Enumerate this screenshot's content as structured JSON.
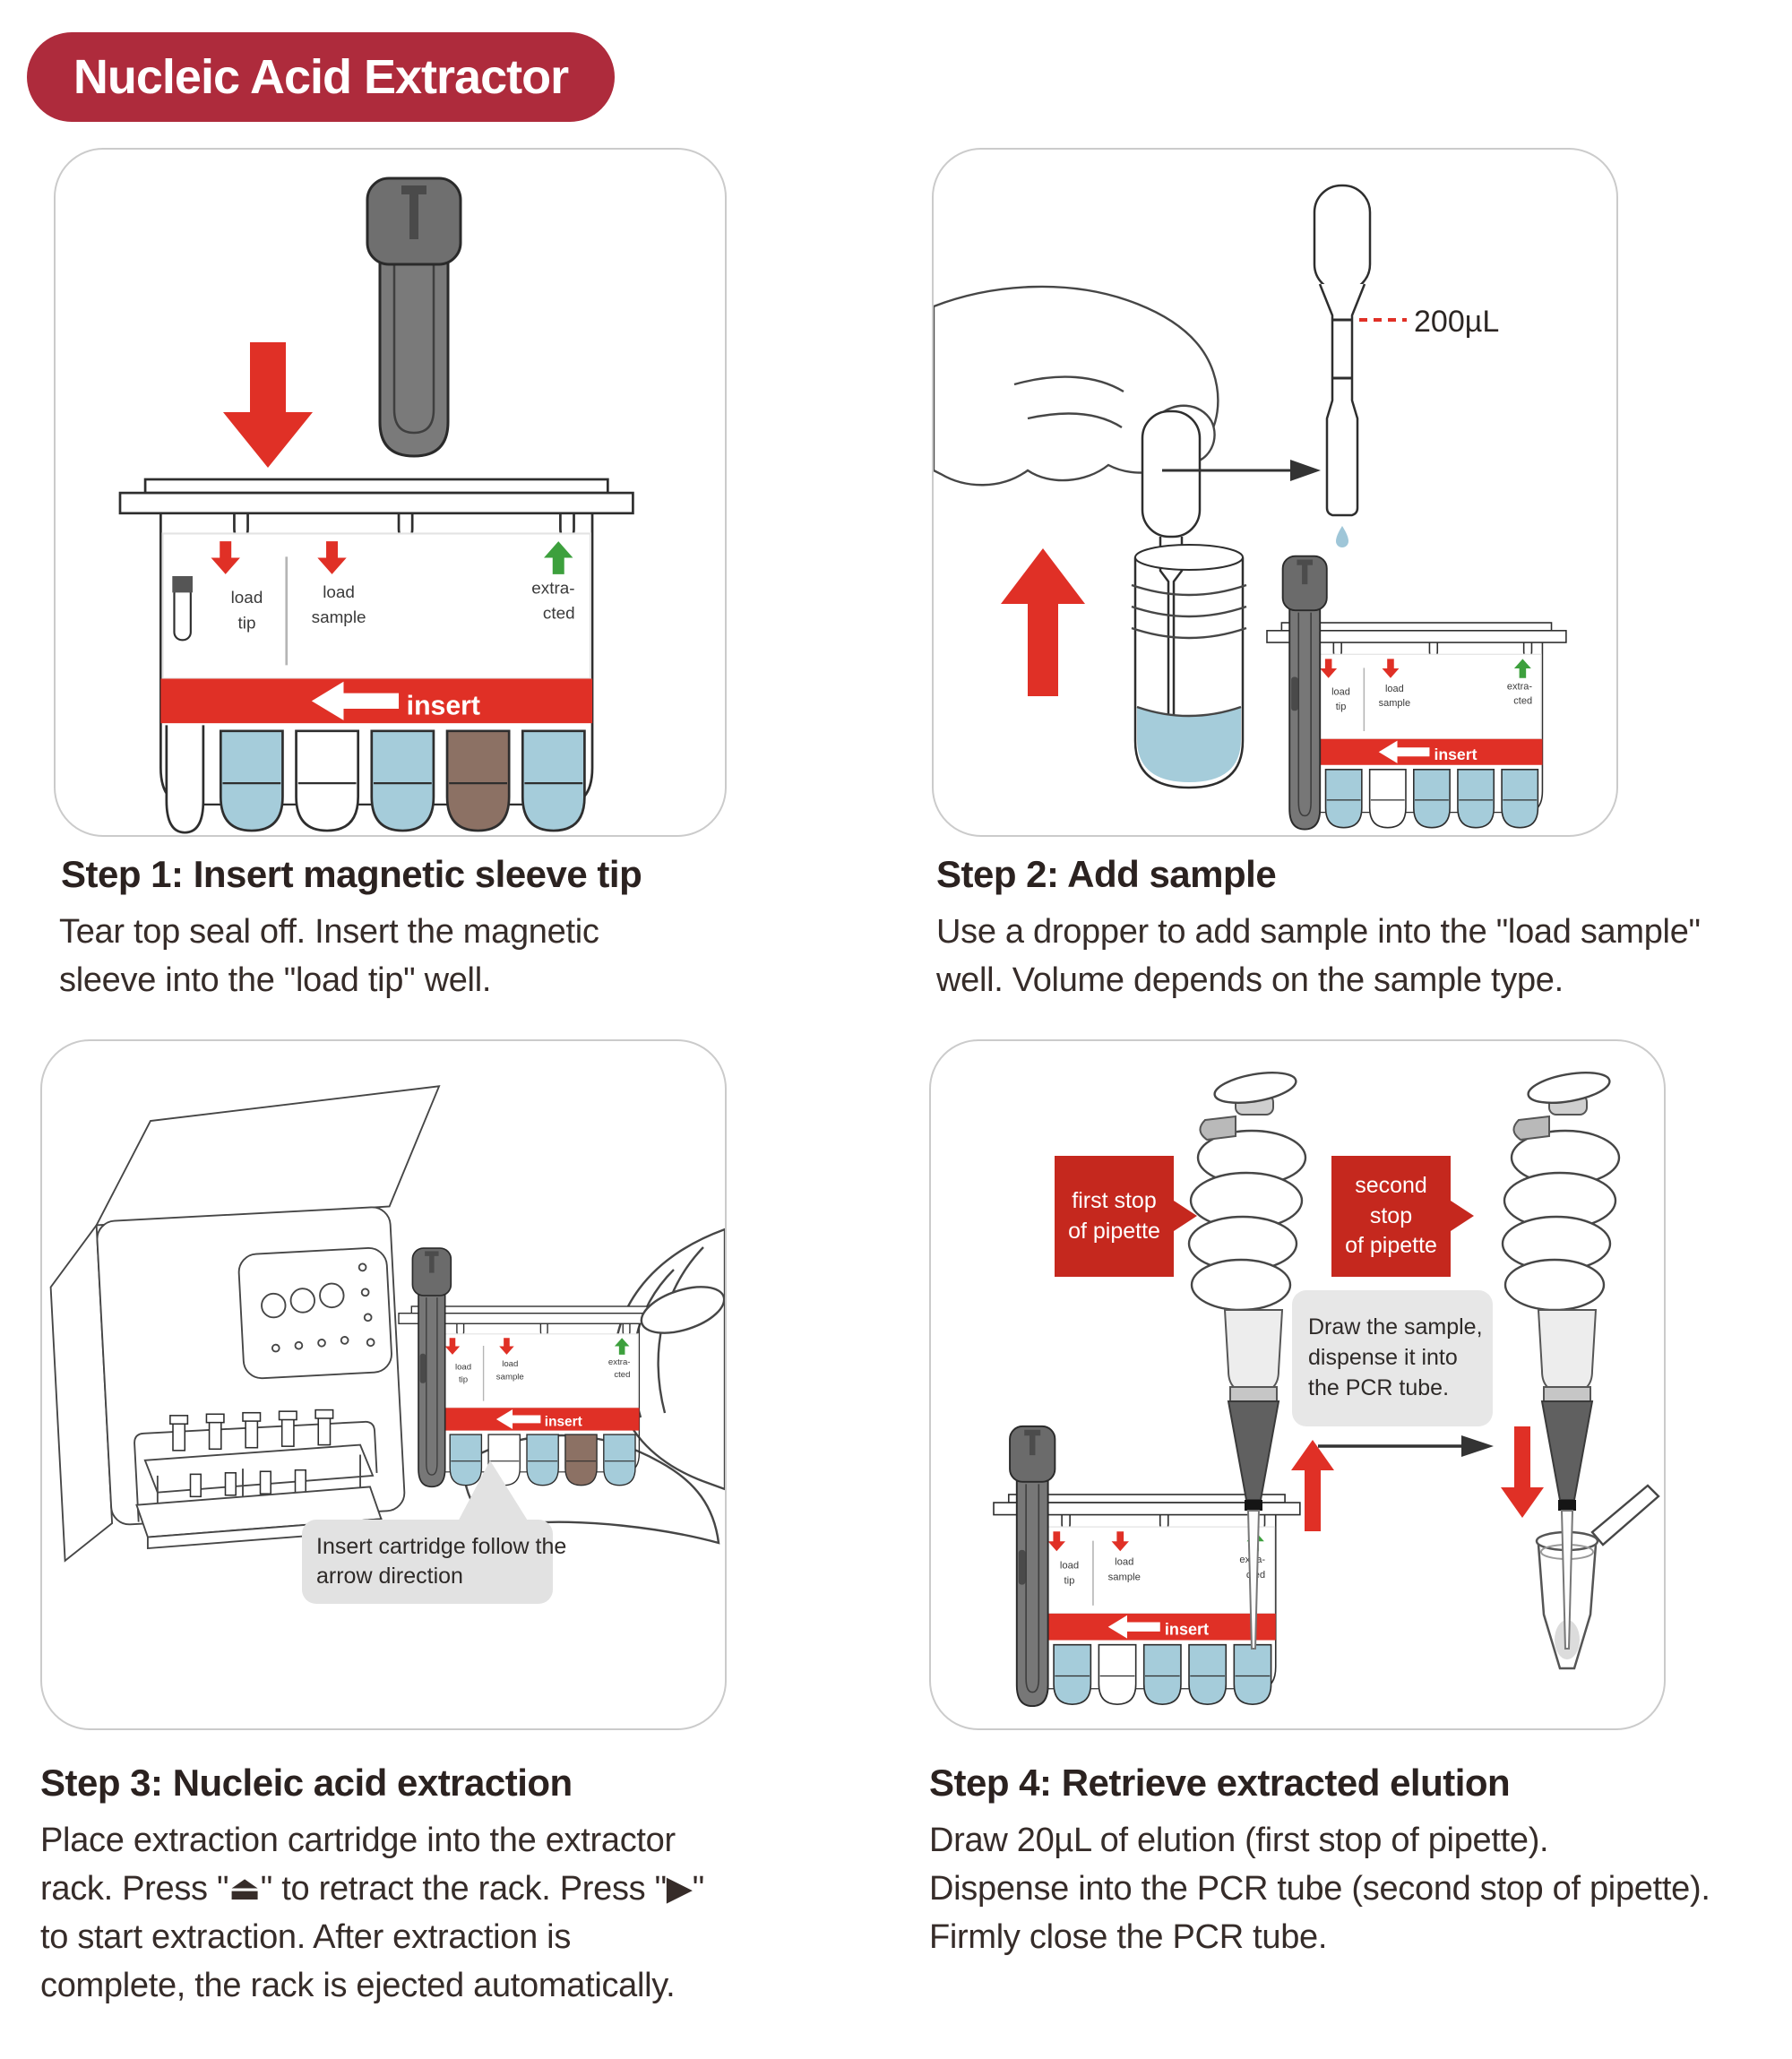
{
  "title": "Nucleic Acid Extractor",
  "cartridge": {
    "load_l1": "load",
    "load_l2": "tip",
    "sample_l1": "load",
    "sample_l2": "sample",
    "extracted_l1": "extra-",
    "extracted_l2": "cted",
    "insert_label": "insert"
  },
  "panel2": {
    "volume_label": "200µL"
  },
  "panel3": {
    "bubble_text": "Insert cartridge follow the\narrow direction"
  },
  "panel4": {
    "first_stop_label": "first stop\nof pipette",
    "second_stop_label": "second stop\nof pipette",
    "note_text": "Draw the sample,\ndispense it into\nthe PCR tube."
  },
  "steps": [
    {
      "heading": "Step 1: Insert magnetic sleeve tip",
      "body": "Tear top seal off. Insert the magnetic\nsleeve into the \"load tip\" well."
    },
    {
      "heading": "Step 2: Add sample",
      "body": "Use a dropper to add sample into the \"load sample\"\nwell. Volume depends on the sample type."
    },
    {
      "heading": "Step 3: Nucleic acid extraction",
      "body": "Place extraction cartridge into the extractor\nrack. Press \"⏏\" to retract the rack. Press \"▶\"\nto start extraction. After extraction is\ncomplete, the rack is ejected automatically."
    },
    {
      "heading": "Step 4: Retrieve extracted elution",
      "body": "Draw 20µL of elution (first stop of pipette).\nDispense into the PCR tube (second stop of pipette).\nFirmly close the PCR tube."
    }
  ],
  "colors": {
    "badge_red": "#ae2b3c",
    "accent_red": "#e03026",
    "label_red": "#c5281e",
    "green": "#3da03d",
    "liquid_blue": "#a5ccda",
    "liquid_brown": "#8c7164",
    "drop_blue": "#9fc6d8"
  }
}
